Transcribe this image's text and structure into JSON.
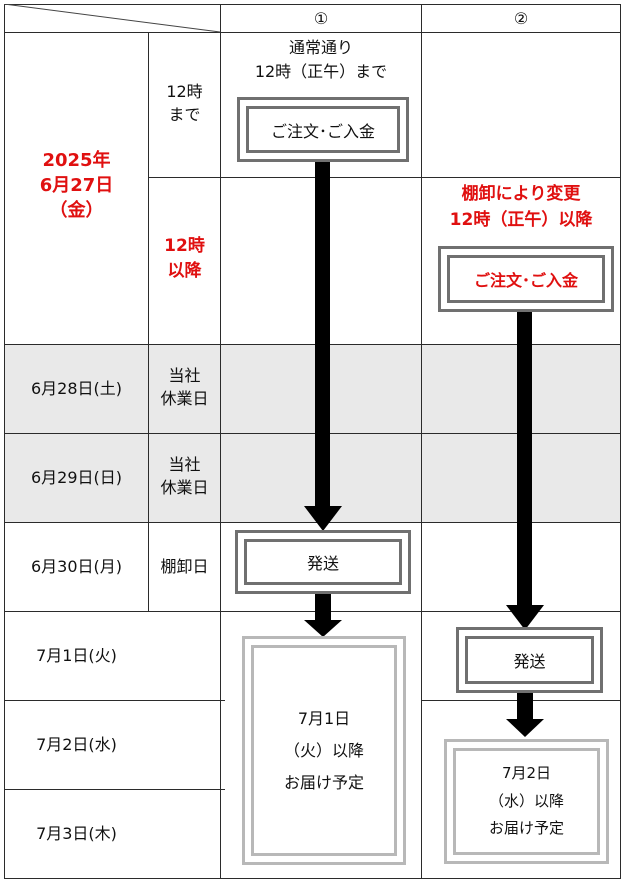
{
  "header": {
    "col1": "①",
    "col2": "②"
  },
  "date_main": {
    "year": "2025年",
    "day": "6月27日",
    "weekday": "（金）"
  },
  "time_slots": {
    "before": {
      "line1": "12時",
      "line2": "まで"
    },
    "after": {
      "line1": "12時",
      "line2": "以降"
    }
  },
  "rows": [
    {
      "date": "6月28日(土)",
      "note_line1": "当社",
      "note_line2": "休業日"
    },
    {
      "date": "6月29日(日)",
      "note_line1": "当社",
      "note_line2": "休業日"
    },
    {
      "date": "6月30日(月)",
      "note": "棚卸日"
    },
    {
      "date": "7月1日(火)"
    },
    {
      "date": "7月2日(水)"
    },
    {
      "date": "7月3日(木)"
    }
  ],
  "flow1": {
    "caption_line1": "通常通り",
    "caption_line2": "12時（正午）まで",
    "order_box": "ご注文･ご入金",
    "ship_box": "発送",
    "delivery": {
      "line1": "7月1日",
      "line2": "（火）以降",
      "line3": "お届け予定"
    }
  },
  "flow2": {
    "caption_line1": "棚卸により変更",
    "caption_line2": "12時（正午）以降",
    "order_box": "ご注文･ご入金",
    "ship_box": "発送",
    "delivery": {
      "line1": "7月2日",
      "line2": "（水）以降",
      "line3": "お届け予定"
    }
  },
  "colors": {
    "accent_red": "#e01010",
    "holiday_grey": "#e9e9e9",
    "border": "#2b2b2b"
  }
}
